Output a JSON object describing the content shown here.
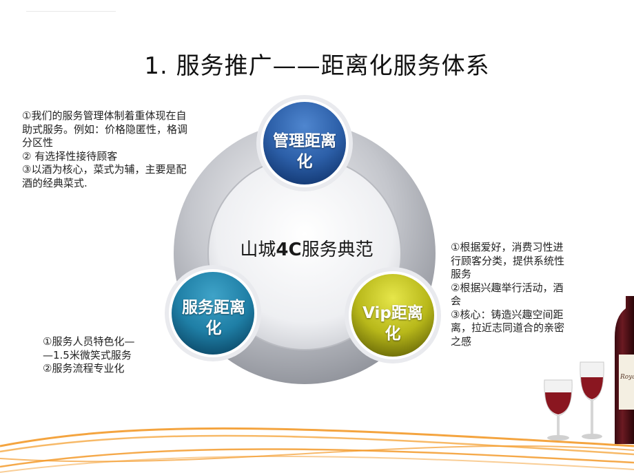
{
  "slide": {
    "title": "1. 服务推广——距离化服务体系"
  },
  "diagram": {
    "center": {
      "prefix": "山城",
      "bold": "4C",
      "suffix": "服务典范"
    },
    "circles": {
      "management": {
        "line1": "管理距离",
        "line2": "化",
        "color": "#2c5fa8"
      },
      "service": {
        "line1": "服务距离",
        "line2": "化",
        "color": "#1f7fa6"
      },
      "vip": {
        "line1": "Vip距离",
        "line2": "化",
        "color": "#b8b81a"
      }
    }
  },
  "notes": {
    "left_top": [
      "①我们的服务管理体制着重体现在自",
      "助式服务。例如：价格隐匿性，格调",
      "分区性",
      "② 有选择性接待顾客",
      "③以酒为核心，菜式为辅，主要是配",
      "酒的经典菜式."
    ],
    "left_bottom": [
      "①服务人员特色化—",
      "—1.5米微笑式服务",
      "②服务流程专业化"
    ],
    "right": [
      "①根据爱好，消费习性进",
      "行顾客分类，提供系统性",
      "服务",
      "②根据兴趣举行活动，酒",
      "会",
      "③核心：铸造兴趣空间距",
      "离，拉近志同道合的亲密",
      "之感"
    ]
  },
  "decor": {
    "wave_color": "#f39a2a",
    "bottle_label": "Royal"
  }
}
